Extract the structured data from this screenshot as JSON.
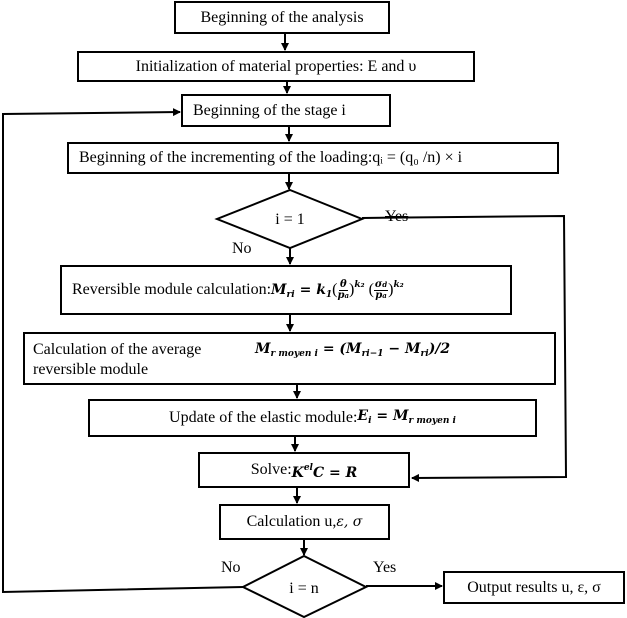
{
  "flowchart": {
    "start": "Beginning of the analysis",
    "init": "Initialization of material properties: E and υ",
    "stage": "Beginning of the stage i",
    "increment": {
      "label": "Beginning of the incrementing of the loading: ",
      "formula": "qᵢ = (q₀ /n) × i"
    },
    "decision1": {
      "condition": "i = 1",
      "yes": "Yes",
      "no": "No"
    },
    "reversible": {
      "label": "Reversible module calculation: ",
      "lhs": "M",
      "lhs_sub": "ri",
      "eq": " = ",
      "k1": "k",
      "k1_sub": "1",
      "frac1_num": "θ",
      "frac1_den": "p",
      "frac1_den_sub": "a",
      "exp1": "k₂",
      "frac2_num": "σ",
      "frac2_num_sub": "d",
      "frac2_den": "p",
      "frac2_den_sub": "a",
      "exp2": "k₂"
    },
    "average": {
      "label": "Calculation of the average reversible module",
      "lhs": "M",
      "lhs_sub": "r moyen i",
      "rhs": " = (M",
      "rhs_sub1": "ri−1",
      "rhs_mid": " −  M",
      "rhs_sub2": "ri",
      "rhs_end": ")/2"
    },
    "update": {
      "label": "Update of the elastic module: ",
      "lhs": "E",
      "lhs_sub": "i",
      "eq": " =  M",
      "rhs_sub": "r moyen i"
    },
    "solve": {
      "label": "Solve: ",
      "k": "K",
      "k_sup": "el",
      "rest": "C = R"
    },
    "calc": {
      "label": "Calculation u, ",
      "formula": "ε, σ"
    },
    "decision2": {
      "condition": "i = n",
      "yes": "Yes",
      "no": "No"
    },
    "output": "Output results  u, ε, σ"
  }
}
